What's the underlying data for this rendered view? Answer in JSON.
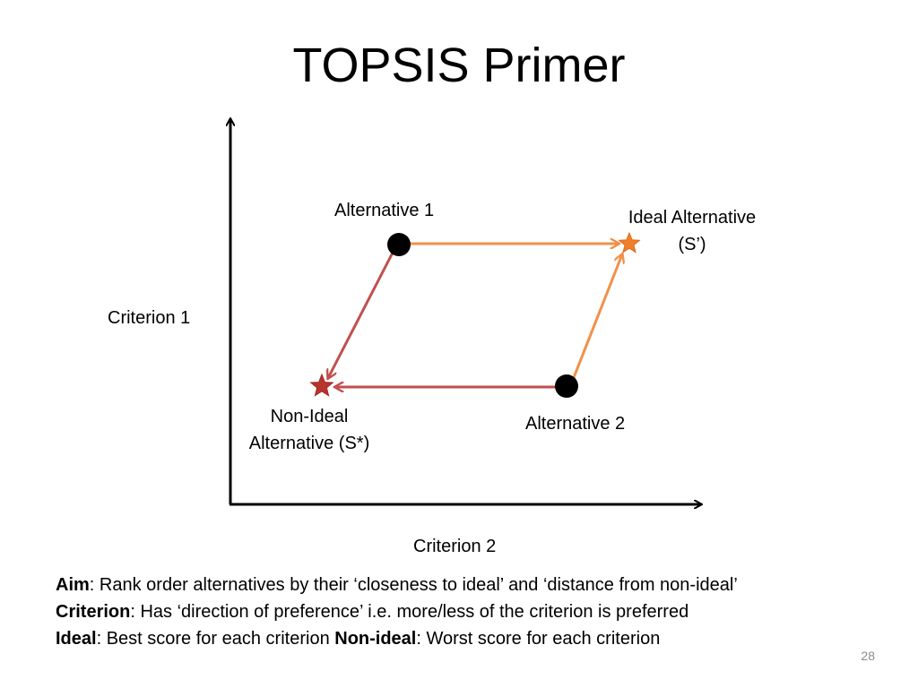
{
  "slide": {
    "title": "TOPSIS Primer",
    "page_number": "28"
  },
  "diagram": {
    "y_axis_label": "Criterion 1",
    "x_axis_label": "Criterion 2",
    "nodes": {
      "alt1": "Alternative 1",
      "alt2": "Alternative 2",
      "ideal_line1": "Ideal Alternative",
      "ideal_line2": "(S’)",
      "nonideal_line1": "Non-Ideal",
      "nonideal_line2": "Alternative (S*)"
    },
    "colors": {
      "to_ideal": "#f0914a",
      "to_nonideal": "#c0504d",
      "ideal_star": "#f07f2a",
      "nonideal_star": "#b8342e",
      "alternative_point": "#000000"
    }
  },
  "notes": {
    "aim_label": "Aim",
    "aim_text": ": Rank order alternatives by their ‘closeness to ideal’ and ‘distance from non-ideal’",
    "criterion_label": "Criterion",
    "criterion_text": ": Has ‘direction of preference’ i.e. more/less of the criterion is preferred",
    "ideal_label": "Ideal",
    "ideal_text": ": Best score for each criterion ",
    "nonideal_label": "Non-ideal",
    "nonideal_text": ": Worst score for each criterion"
  }
}
